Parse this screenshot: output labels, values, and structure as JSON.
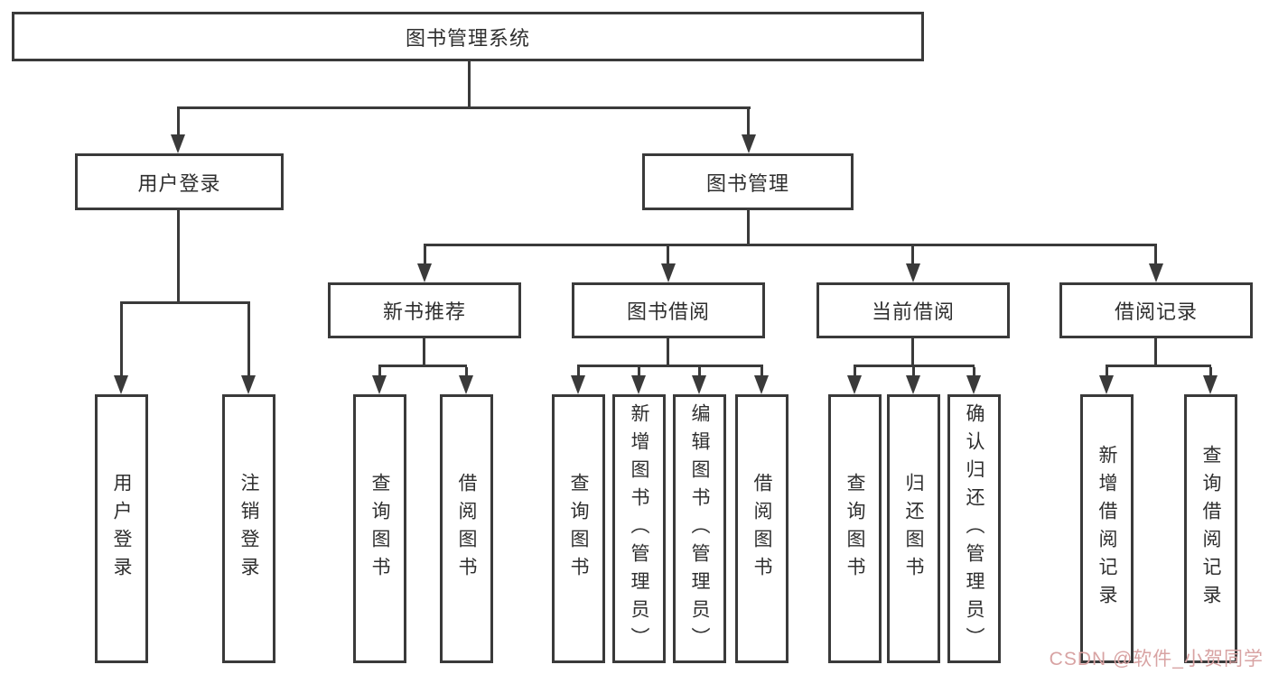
{
  "diagram": {
    "root": "图书管理系统",
    "level2": [
      "用户登录",
      "图书管理"
    ],
    "level3": [
      "新书推荐",
      "图书借阅",
      "当前借阅",
      "借阅记录"
    ],
    "groups": {
      "user_login": [
        "用户登录",
        "注销登录"
      ],
      "new_book_recommendation": [
        "查询图书",
        "借阅图书"
      ],
      "book_borrowing": [
        "查询图书",
        "新增图书（管理员）",
        "编辑图书（管理员）",
        "借阅图书"
      ],
      "current_borrowing": [
        "查询图书",
        "归还图书",
        "确认归还（管理员）"
      ],
      "borrowing_records": [
        "新增借阅记录",
        "查询借阅记录"
      ]
    }
  },
  "watermark": "CSDN @软件_小贺同学",
  "colors": {
    "line": "#3a3a3a",
    "box_border": "#3a3a3a",
    "text": "#2f2f2f",
    "watermark": "#d8a3a3",
    "background": "#ffffff"
  }
}
